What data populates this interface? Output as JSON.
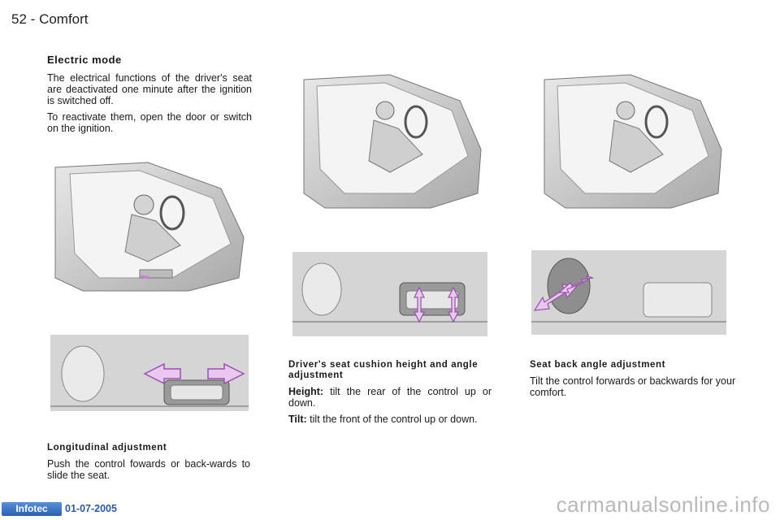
{
  "header": {
    "page_number": "52",
    "separator": "-",
    "chapter": "Comfort"
  },
  "electric_mode": {
    "title": "Electric mode",
    "p1": "The electrical functions of the driver's seat are deactivated one minute after the ignition is switched off.",
    "p2": "To reactivate them, open the door or switch on the ignition."
  },
  "longitudinal": {
    "title": "Longitudinal adjustment",
    "text": "Push the control fowards or back-wards to slide the seat."
  },
  "cushion": {
    "title": "Driver's seat cushion height and angle adjustment",
    "height_label": "Height:",
    "height_text": " tilt the rear of the control up or down.",
    "tilt_label": "Tilt:",
    "tilt_text": " tilt the front of the control up or down."
  },
  "seatback": {
    "title": "Seat back angle adjustment",
    "text": "Tilt the control forwards or backwards for your comfort."
  },
  "footer": {
    "logo": "Infotec",
    "date": "01-07-2005",
    "watermark": "carmanualsonline.info"
  },
  "colors": {
    "arrow": "#c77fd6",
    "arrow_stroke": "#9b4fb0",
    "illustration_bg": "#d9d9d9",
    "footer_blue": "#2b5aa8"
  }
}
